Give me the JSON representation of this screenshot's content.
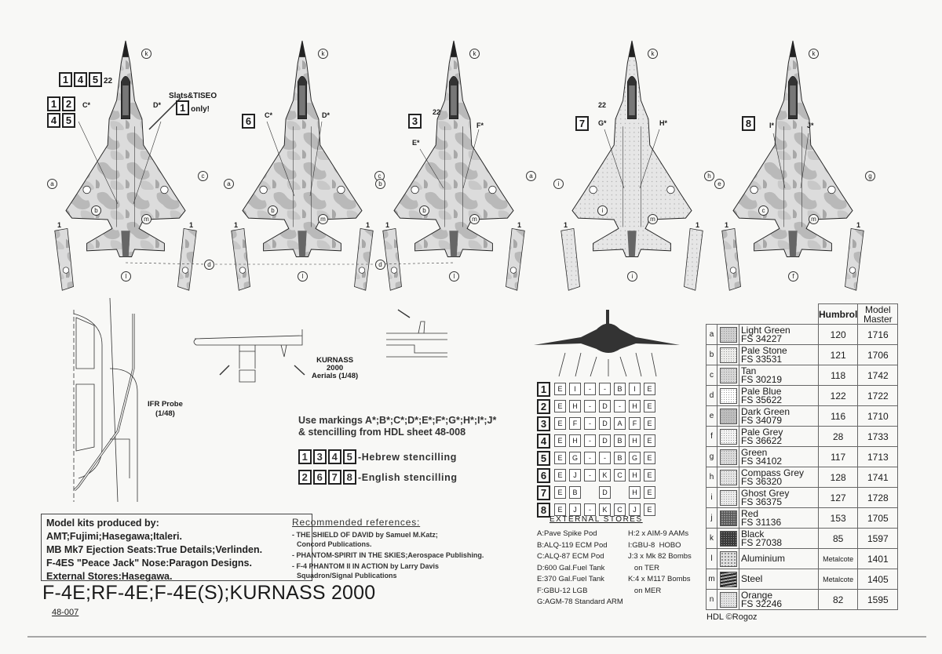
{
  "sheet": {
    "title": "F-4E;RF-4E;F-4E(S);KURNASS 2000",
    "code": "48-007",
    "credit": "HDL ©Rogoz"
  },
  "aircraft": [
    {
      "number": "1",
      "markings": [
        "C*",
        "D*"
      ],
      "callouts": [
        "k",
        "a",
        "c",
        "b",
        "m",
        "l"
      ],
      "extra": "22"
    },
    {
      "number": "6",
      "markings": [
        "C*",
        "D*"
      ],
      "callouts": [
        "k",
        "a",
        "c",
        "b",
        "m",
        "l"
      ]
    },
    {
      "number": "3",
      "markings": [
        "E*",
        "F*"
      ],
      "callouts": [
        "k",
        "b",
        "a",
        "b",
        "m",
        "l"
      ],
      "extra": "22"
    },
    {
      "number": "7",
      "markings": [
        "G*",
        "H*"
      ],
      "callouts": [
        "k",
        "i",
        "h",
        "i",
        "m",
        "i"
      ],
      "extra": "22"
    },
    {
      "number": "8",
      "markings": [
        "I*",
        "J*"
      ],
      "callouts": [
        "k",
        "e",
        "g",
        "c",
        "m",
        "f"
      ]
    }
  ],
  "aircraft1_groups": {
    "top": [
      "1",
      "4",
      "5"
    ],
    "top_suffix": "22",
    "grid": [
      "1",
      "2",
      "4",
      "5"
    ]
  },
  "slats_note": {
    "text": "Slats&TISEO",
    "box": "1",
    "suffix": "only!"
  },
  "shared_callout": "d",
  "panel_label": "1",
  "details": {
    "ifr_probe": "IFR Probe\n(1/48)",
    "ifr_probe_l1": "IFR Probe",
    "ifr_probe_l2": "(1/48)",
    "aerials_l1": "KURNASS",
    "aerials_l2": "2000",
    "aerials_l3": "Aerials (1/48)"
  },
  "instructions": {
    "use_line1": "Use markings A*;B*;C*;D*;E*;F*;G*;H*;I*;J*",
    "use_line2": "& stencilling from HDL sheet  48-008",
    "hebrew_boxes": [
      "1",
      "3",
      "4",
      "5"
    ],
    "hebrew_label": "-Hebrew stencilling",
    "english_boxes": [
      "2",
      "6",
      "7",
      "8"
    ],
    "english_label": "-English stencilling"
  },
  "kits": {
    "heading": "Model kits produced by:",
    "lines": [
      "AMT;Fujimi;Hasegawa;Italeri.",
      "MB Mk7 Ejection Seats:True Details;Verlinden.",
      "F-4ES \"Peace Jack\" Nose:Paragon Designs.",
      "External Stores:Hasegawa."
    ]
  },
  "references": {
    "heading": "Recommended references:",
    "items": [
      "- THE SHIELD OF DAVID by Samuel M.Katz;",
      "  Concord Publications.",
      "- PHANTOM-SPIRIT IN THE SKIES;Aerospace Publishing.",
      "- F-4 PHANTOM II IN ACTION by Larry Davis",
      "  Squadron/Signal Publications"
    ]
  },
  "stores_grid": [
    {
      "n": "1",
      "cells": [
        "E",
        "I",
        "-",
        "-",
        "B",
        "I",
        "E"
      ]
    },
    {
      "n": "2",
      "cells": [
        "E",
        "H",
        "-",
        "D",
        "-",
        "H",
        "E"
      ]
    },
    {
      "n": "3",
      "cells": [
        "E",
        "F",
        "-",
        "D",
        "A",
        "F",
        "E"
      ]
    },
    {
      "n": "4",
      "cells": [
        "E",
        "H",
        "-",
        "D",
        "B",
        "H",
        "E"
      ]
    },
    {
      "n": "5",
      "cells": [
        "E",
        "G",
        "-",
        "-",
        "B",
        "G",
        "E"
      ]
    },
    {
      "n": "6",
      "cells": [
        "E",
        "J",
        "-",
        "K",
        "C",
        "H",
        "E"
      ]
    },
    {
      "n": "7",
      "cells": [
        "E",
        "B",
        "",
        "D",
        "",
        "H",
        "E"
      ]
    },
    {
      "n": "8",
      "cells": [
        "E",
        "J",
        "-",
        "K",
        "C",
        "J",
        "E"
      ]
    }
  ],
  "external_stores": {
    "title": "EXTERNAL STORES",
    "left": [
      "A:Pave Spike Pod",
      "B:ALQ-119 ECM Pod",
      "C:ALQ-87 ECM Pod",
      "D:600 Gal.Fuel Tank",
      "E:370 Gal.Fuel Tank",
      "F:GBU-12 LGB",
      "G:AGM-78 Standard ARM"
    ],
    "right": [
      "H:2 x AIM-9 AAMs",
      "I:GBU-8  HOBO",
      "J:3 x Mk 82 Bombs",
      "   on TER",
      "K:4 x M117 Bombs",
      "   on MER"
    ]
  },
  "paint_table": {
    "headers": {
      "humbrol": "Humbrol",
      "model_master": "Model Master"
    },
    "rows": [
      {
        "letter": "a",
        "name": "Light Green",
        "fs": "FS 34227",
        "humbrol": "120",
        "mm": "1716",
        "swatch": "#cfcfcf"
      },
      {
        "letter": "b",
        "name": "Pale Stone",
        "fs": "FS 33531",
        "humbrol": "121",
        "mm": "1706",
        "swatch": "#ececea"
      },
      {
        "letter": "c",
        "name": "Tan",
        "fs": "FS 30219",
        "humbrol": "118",
        "mm": "1742",
        "swatch": "#d6d6d6"
      },
      {
        "letter": "d",
        "name": "Pale Blue",
        "fs": "FS 35622",
        "humbrol": "122",
        "mm": "1722",
        "swatch": "#ffffff"
      },
      {
        "letter": "e",
        "name": "Dark Green",
        "fs": "FS 34079",
        "humbrol": "116",
        "mm": "1710",
        "swatch": "#bdbdbd"
      },
      {
        "letter": "f",
        "name": "Pale Grey",
        "fs": "FS 36622",
        "humbrol": "28",
        "mm": "1733",
        "swatch": "#f3f3f3"
      },
      {
        "letter": "g",
        "name": "Green",
        "fs": "FS 34102",
        "humbrol": "117",
        "mm": "1713",
        "swatch": "#dadada"
      },
      {
        "letter": "h",
        "name": "Compass Grey",
        "fs": "FS 36320",
        "humbrol": "128",
        "mm": "1741",
        "swatch": "#e4e4e4"
      },
      {
        "letter": "i",
        "name": "Ghost Grey",
        "fs": "FS 36375",
        "humbrol": "127",
        "mm": "1728",
        "swatch": "#ebebeb"
      },
      {
        "letter": "j",
        "name": "Red",
        "fs": "FS 31136",
        "humbrol": "153",
        "mm": "1705",
        "swatch": "#8a8a8a"
      },
      {
        "letter": "k",
        "name": "Black",
        "fs": "FS 27038",
        "humbrol": "85",
        "mm": "1597",
        "swatch": "#3a3a3a"
      },
      {
        "letter": "l",
        "name": "Aluminium",
        "fs": "",
        "humbrol": "Metalcote",
        "mm": "1401",
        "swatch": "#e0e0e0"
      },
      {
        "letter": "m",
        "name": "Steel",
        "fs": "",
        "humbrol": "Metalcote",
        "mm": "1405",
        "swatch": "#6a6a6a"
      },
      {
        "letter": "n",
        "name": "Orange",
        "fs": "FS 32246",
        "humbrol": "82",
        "mm": "1595",
        "swatch": "#e2e2e2"
      }
    ]
  }
}
